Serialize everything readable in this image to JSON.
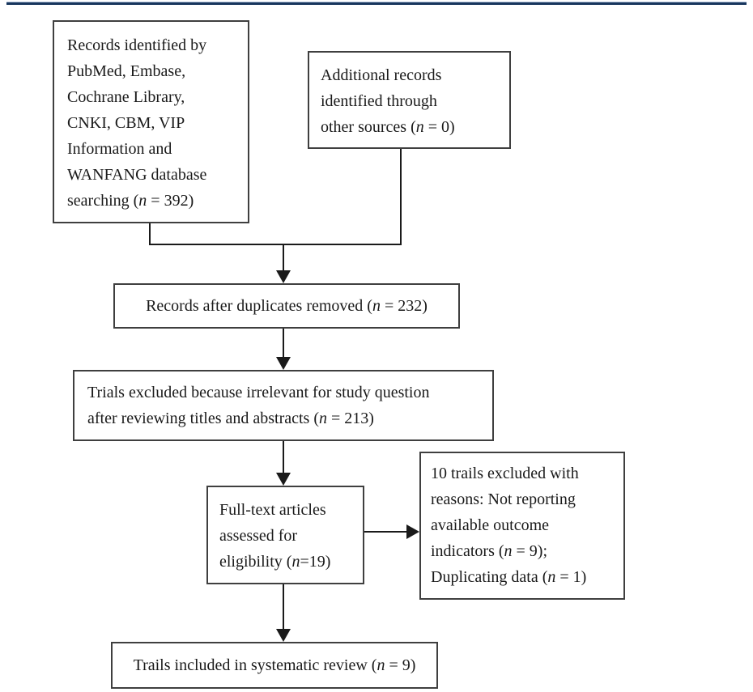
{
  "colors": {
    "top_rule": "#17365d",
    "top_rule_highlight": "#aebed6",
    "box_border": "#3f3f3f",
    "connector": "#1a1a1a",
    "text": "#1a1a1a",
    "background": "#ffffff"
  },
  "flowchart": {
    "boxes": {
      "records_identified": {
        "lines": [
          "Records identified by",
          "PubMed, Embase,",
          "Cochrane Library,",
          "CNKI, CBM, VIP",
          "Information and",
          "WANFANG database",
          "searching (n = 392)"
        ],
        "count": 392
      },
      "additional_records": {
        "lines": [
          "Additional records",
          "identified through",
          "other sources (n = 0)"
        ],
        "count": 0
      },
      "after_duplicates": {
        "lines": [
          "Records after duplicates removed (n = 232)"
        ],
        "count": 232
      },
      "excluded_screening": {
        "lines": [
          "Trials excluded because irrelevant for study question",
          "after reviewing titles and abstracts (n = 213)"
        ],
        "count": 213
      },
      "fulltext_assessed": {
        "lines": [
          "Full-text articles",
          "assessed for",
          "eligibility (n=19)"
        ],
        "count": 19
      },
      "excluded_reasons": {
        "lines": [
          "10 trails excluded with",
          "reasons: Not reporting",
          "available outcome",
          "indicators (n = 9);",
          "Duplicating data (n = 1)"
        ],
        "count_not_reporting": 9,
        "count_duplicating": 1
      },
      "included": {
        "lines": [
          "Trails included in systematic review (n = 9)"
        ],
        "count": 9
      }
    }
  }
}
